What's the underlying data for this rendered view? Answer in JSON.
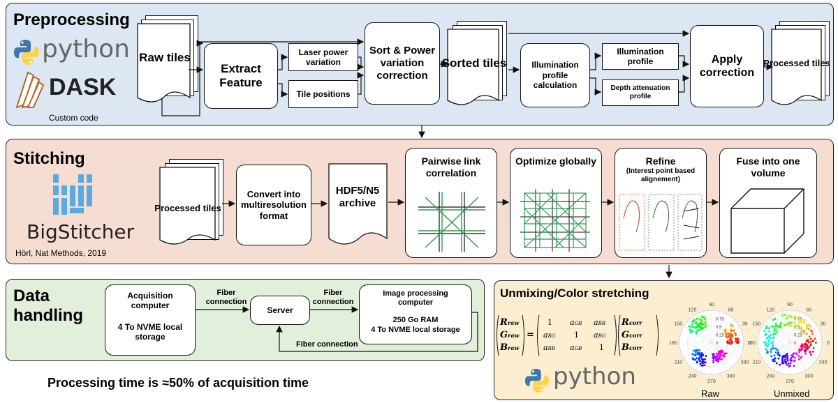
{
  "preprocessing": {
    "title": "Preprocessing",
    "python_text": "python",
    "dask_text": "DASK",
    "custom_code": "Custom code",
    "raw_tiles": "Raw tiles",
    "extract_feature": "Extract Feature",
    "laser_power": "Laser power variation",
    "tile_positions": "Tile positions",
    "sort_power": "Sort & Power variation correction",
    "sorted_tiles": "Sorted tiles",
    "illumination_calc": "Illumination profile calculation",
    "illumination_profile": "Illumination profile",
    "depth_attenuation": "Depth attenuation profile",
    "apply_correction": "Apply correction",
    "processed_tiles": "Processed tiles"
  },
  "stitching": {
    "title": "Stitching",
    "bigstitcher": "BigStitcher",
    "citation": "Hörl,  Nat Methods, 2019",
    "processed_tiles": "Processed tiles",
    "convert": "Convert into multiresolution format",
    "hdf5": "HDF5/N5 archive",
    "pairwise": "Pairwise link correlation",
    "optimize": "Optimize globally",
    "refine": "Refine",
    "refine_sub": "(Interest point based alignement)",
    "fuse": "Fuse into one volume"
  },
  "data_handling": {
    "title": "Data handling",
    "acquisition": "Acquisition computer",
    "acquisition_storage": "4 To NVME local storage",
    "fiber1": "Fiber connection",
    "server": "Server",
    "fiber2": "Fiber connection",
    "image_processing": "Image processing computer",
    "ram": "250 Go RAM",
    "image_storage": "4 To NVME local storage",
    "fiber3": "Fiber connection"
  },
  "processing_time": "Processing time is ≈50% of acquisition time",
  "unmixing": {
    "title": "Unmixing/Color stretching",
    "python_text": "python",
    "raw_label": "Raw",
    "unmixed_label": "Unmixed",
    "polar_angles": [
      "90",
      "60",
      "30",
      "0",
      "330",
      "300",
      "270",
      "240",
      "210",
      "180",
      "150",
      "120"
    ],
    "polar_radii": [
      "0.75",
      "0.5",
      "0.25",
      "0"
    ]
  },
  "colors": {
    "preprocessing_bg": "#dce7f3",
    "stitching_bg": "#f5ddd2",
    "data_bg": "#e2efda",
    "unmixing_bg": "#fbeed1"
  }
}
